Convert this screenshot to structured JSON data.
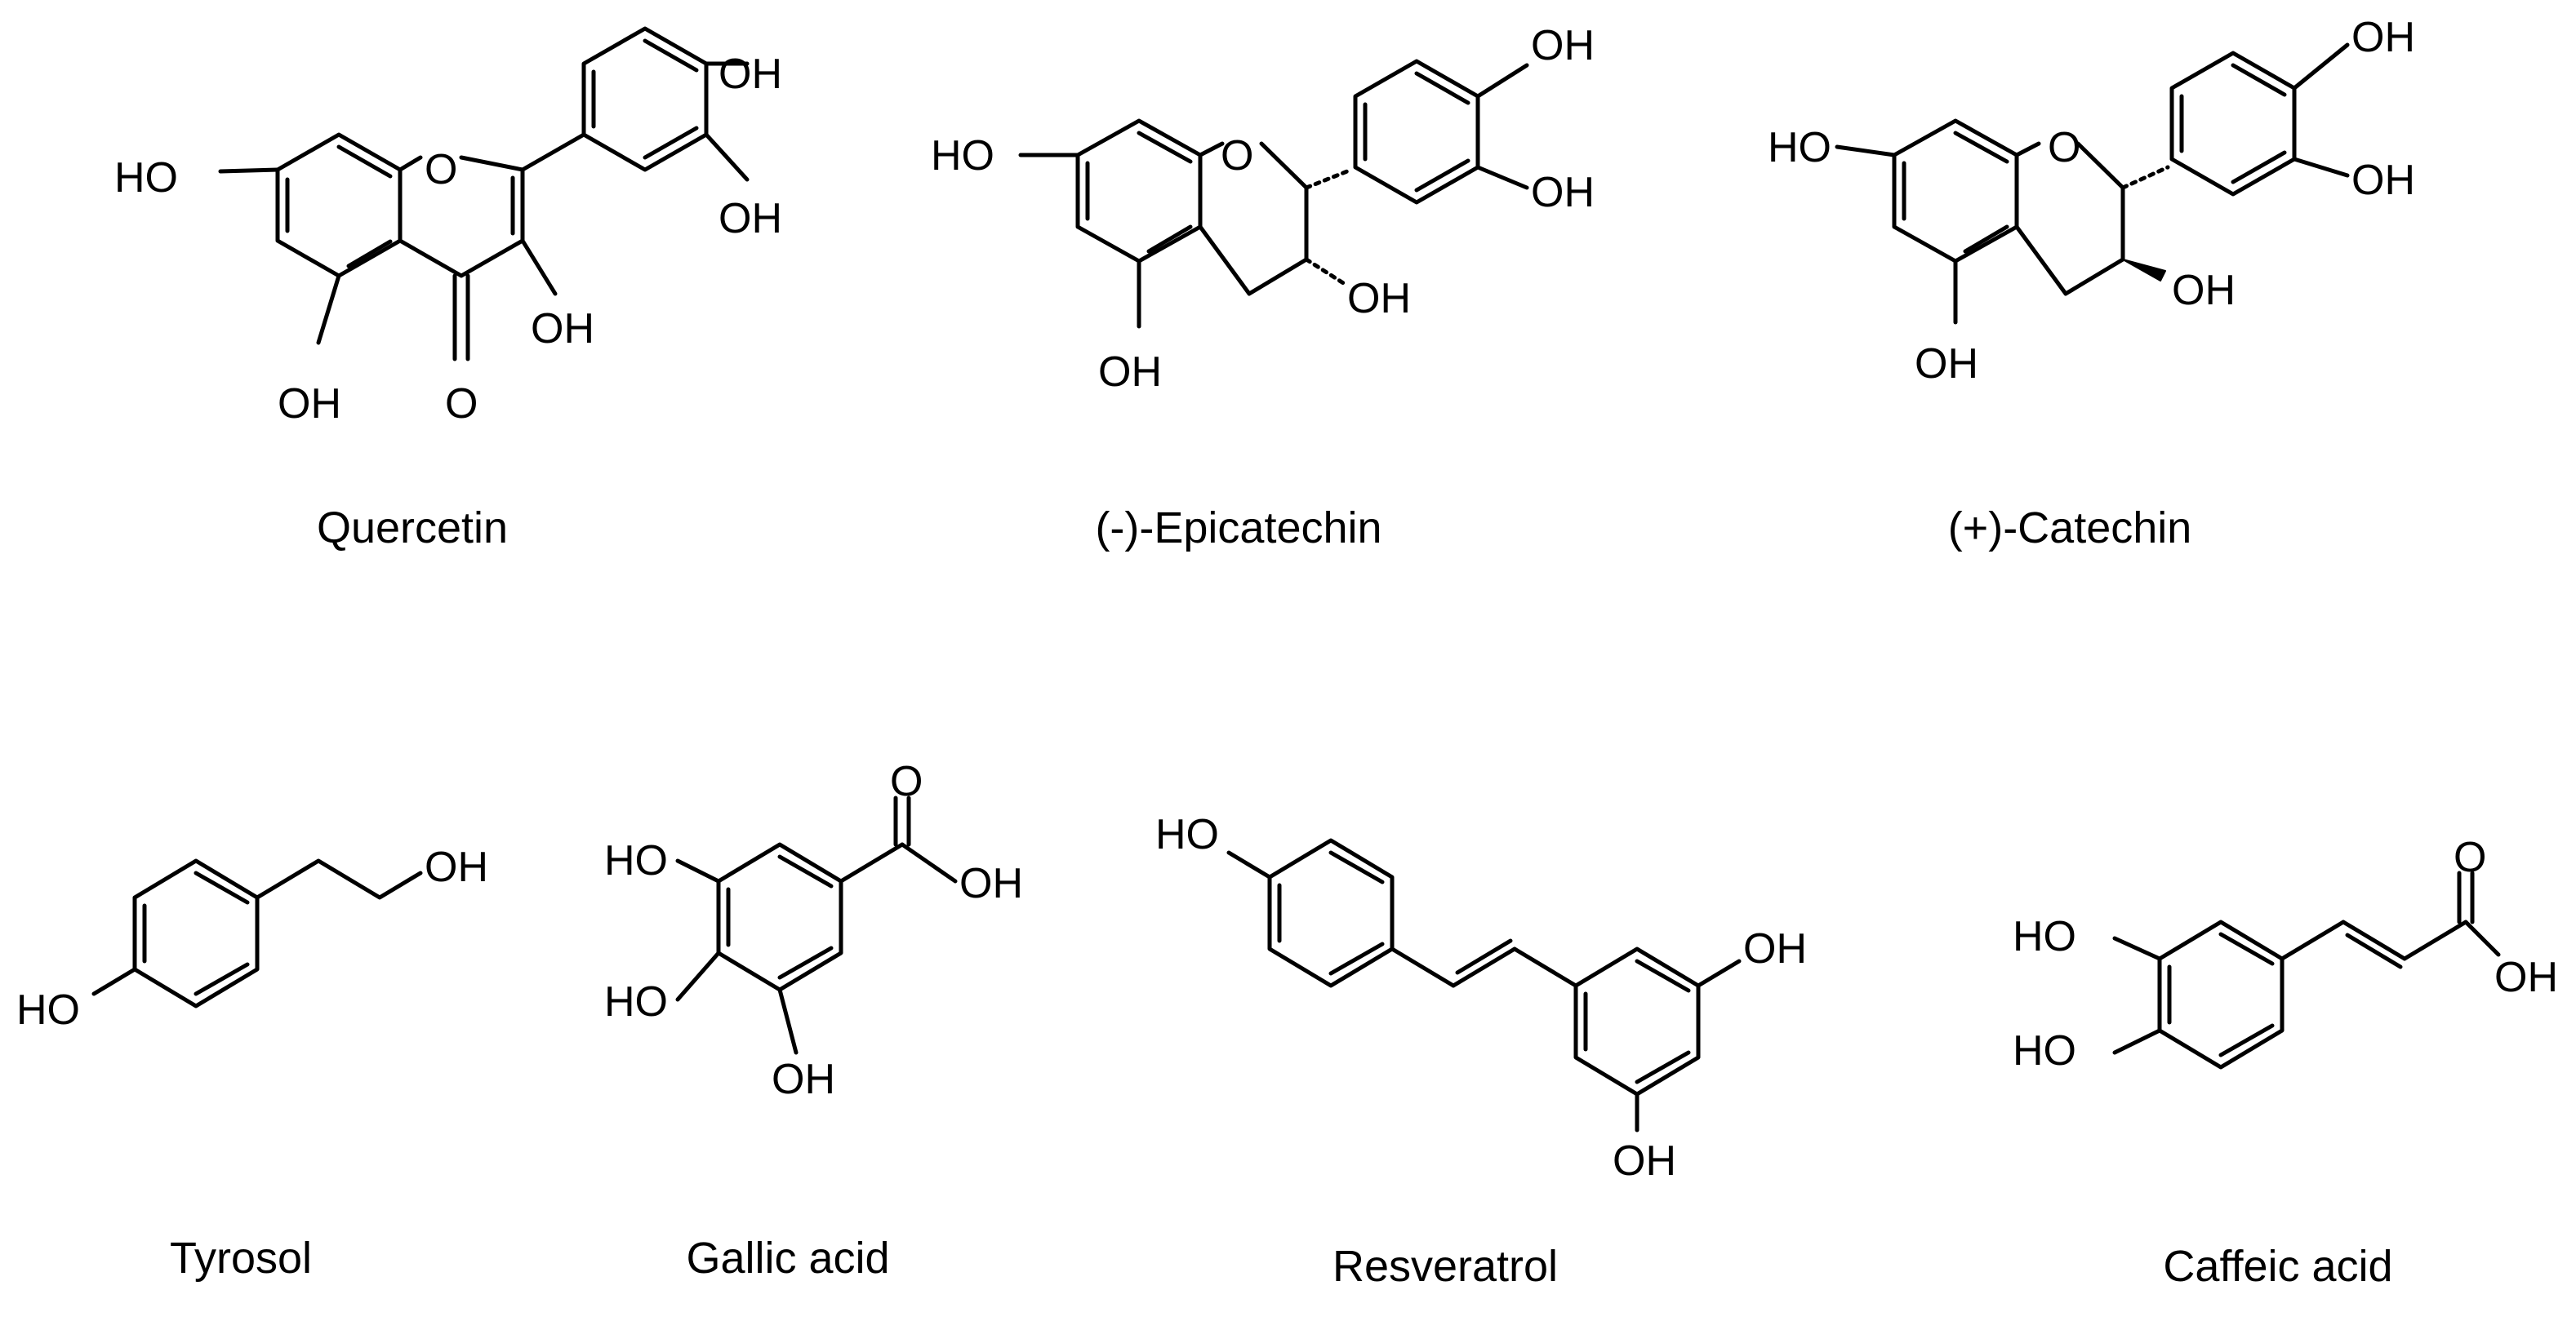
{
  "compounds": [
    {
      "key": "quercetin",
      "name": "Quercetin"
    },
    {
      "key": "epicatechin",
      "name": "(-)-Epicatechin"
    },
    {
      "key": "catechin",
      "name": "(+)-Catechin"
    },
    {
      "key": "tyrosol",
      "name": "Tyrosol"
    },
    {
      "key": "gallic",
      "name": "Gallic acid"
    },
    {
      "key": "resveratrol",
      "name": "Resveratrol"
    },
    {
      "key": "caffeic",
      "name": "Caffeic acid"
    }
  ],
  "atom_labels": {
    "hydroxyl": "OH",
    "hydroxyl_left": "HO",
    "oxygen": "O"
  }
}
